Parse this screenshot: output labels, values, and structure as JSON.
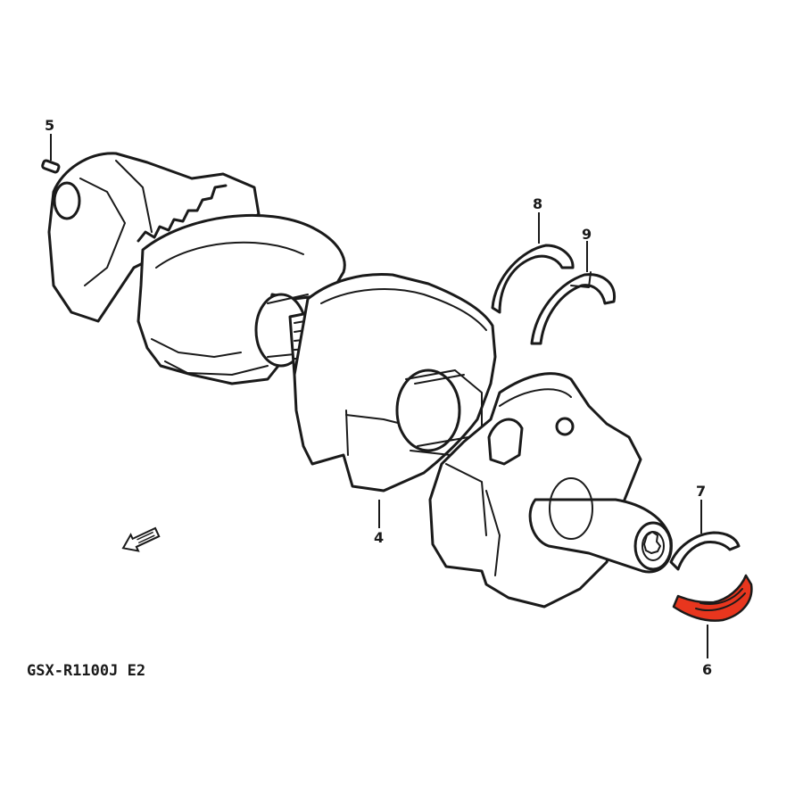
{
  "model_caption": "GSX-R1100J E2",
  "highlight_color": "#e8361e",
  "callouts": {
    "c4": "4",
    "c5": "5",
    "c6": "6",
    "c7": "7",
    "c8": "8",
    "c9": "9"
  },
  "icons": {
    "direction": "front-arrow-icon"
  }
}
